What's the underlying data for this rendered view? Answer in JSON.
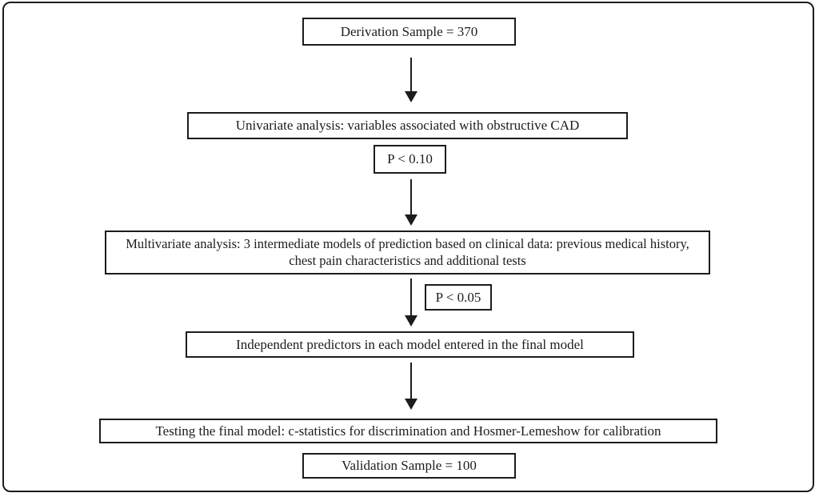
{
  "diagram": {
    "title": "Derivation and validation flowchart for obstructive CAD prediction model",
    "colors": {
      "border": "#1c1c1c",
      "text": "#1c1c1c",
      "background": "#ffffff"
    },
    "nodes": [
      {
        "id": "derivation-sample",
        "label": "Derivation Sample = 370"
      },
      {
        "id": "univariate-analysis",
        "label": "Univariate analysis: variables associated with obstructive CAD"
      },
      {
        "id": "p-threshold-univariate",
        "label": "P < 0.10"
      },
      {
        "id": "multivariate-analysis",
        "label": "Multivariate analysis: 3 intermediate models of prediction based on clinical data: previous medical history, chest pain characteristics and additional tests"
      },
      {
        "id": "p-threshold-multivariate",
        "label": "P < 0.05"
      },
      {
        "id": "independent-predictors",
        "label": "Independent predictors in each model entered in the final model"
      },
      {
        "id": "testing-final-model",
        "label": "Testing the final model: c-statistics for discrimination and Hosmer-Lemeshow for calibration"
      },
      {
        "id": "validation-sample",
        "label": "Validation Sample = 100"
      }
    ],
    "edges": [
      {
        "from": "derivation-sample",
        "to": "univariate-analysis"
      },
      {
        "from": "p-threshold-univariate",
        "to": "multivariate-analysis"
      },
      {
        "from": "multivariate-analysis",
        "to": "independent-predictors"
      },
      {
        "from": "independent-predictors",
        "to": "testing-final-model"
      }
    ]
  }
}
